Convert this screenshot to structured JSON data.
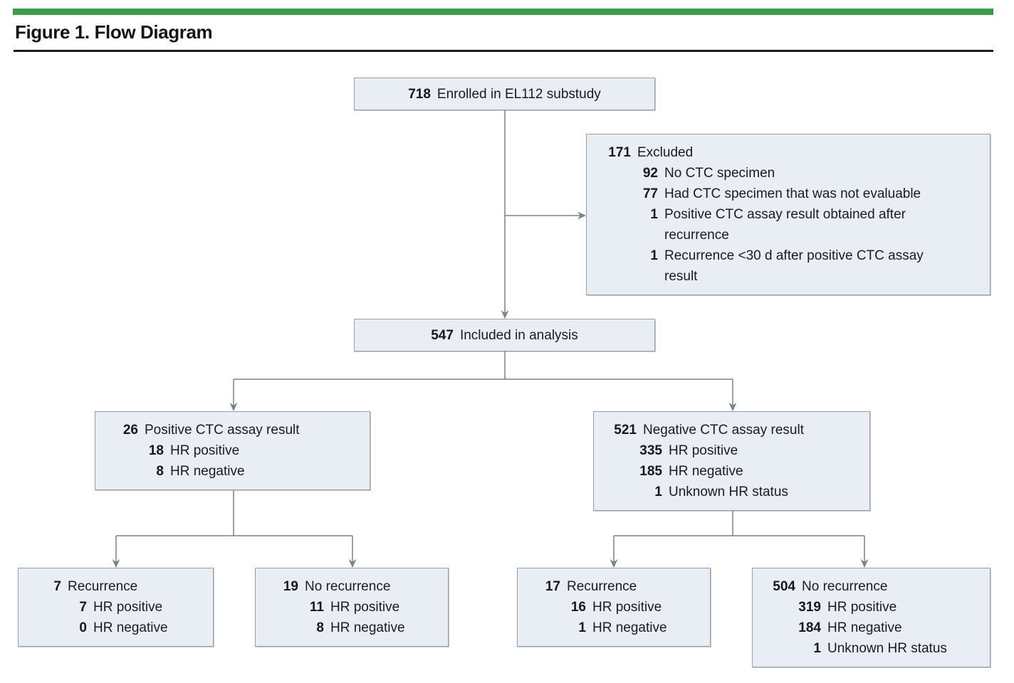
{
  "figure": {
    "title": "Figure 1. Flow Diagram"
  },
  "colors": {
    "accent_green": "#3d9b45",
    "box_fill": "#e8eef3",
    "box_border": "#98a0a7",
    "connector_gray": "#7d8287",
    "rule_black": "#1c1c1c",
    "text": "#1b1b21"
  },
  "boxes": {
    "enrolled": {
      "num": "718",
      "label": "Enrolled in EL112 substudy"
    },
    "excluded": {
      "lines": [
        {
          "num": "171",
          "label": "Excluded"
        },
        {
          "num": "92",
          "label": "No CTC specimen"
        },
        {
          "num": "77",
          "label": "Had CTC specimen that was not evaluable"
        },
        {
          "num": "1",
          "label": "Positive CTC assay result obtained after recurrence"
        },
        {
          "num": "1",
          "label": "Recurrence <30 d after positive CTC assay result"
        }
      ]
    },
    "included": {
      "num": "547",
      "label": "Included in analysis"
    },
    "ctc_positive": {
      "lines": [
        {
          "num": "26",
          "label": "Positive CTC assay result"
        },
        {
          "num": "18",
          "label": "HR positive"
        },
        {
          "num": "8",
          "label": "HR negative"
        }
      ]
    },
    "ctc_negative": {
      "lines": [
        {
          "num": "521",
          "label": "Negative CTC assay result"
        },
        {
          "num": "335",
          "label": "HR positive"
        },
        {
          "num": "185",
          "label": "HR negative"
        },
        {
          "num": "1",
          "label": "Unknown HR status"
        }
      ]
    },
    "pos_recurrence": {
      "lines": [
        {
          "num": "7",
          "label": "Recurrence"
        },
        {
          "num": "7",
          "label": "HR positive"
        },
        {
          "num": "0",
          "label": "HR negative"
        }
      ]
    },
    "pos_no_recurrence": {
      "lines": [
        {
          "num": "19",
          "label": "No recurrence"
        },
        {
          "num": "11",
          "label": "HR positive"
        },
        {
          "num": "8",
          "label": "HR negative"
        }
      ]
    },
    "neg_recurrence": {
      "lines": [
        {
          "num": "17",
          "label": "Recurrence"
        },
        {
          "num": "16",
          "label": "HR positive"
        },
        {
          "num": "1",
          "label": "HR negative"
        }
      ]
    },
    "neg_no_recurrence": {
      "lines": [
        {
          "num": "504",
          "label": "No recurrence"
        },
        {
          "num": "319",
          "label": "HR positive"
        },
        {
          "num": "184",
          "label": "HR negative"
        },
        {
          "num": "1",
          "label": "Unknown HR status"
        }
      ]
    }
  },
  "flow": {
    "edges": [
      {
        "from": "enrolled",
        "to": "excluded"
      },
      {
        "from": "enrolled",
        "to": "included"
      },
      {
        "from": "included",
        "to": "ctc_positive"
      },
      {
        "from": "included",
        "to": "ctc_negative"
      },
      {
        "from": "ctc_positive",
        "to": "pos_recurrence"
      },
      {
        "from": "ctc_positive",
        "to": "pos_no_recurrence"
      },
      {
        "from": "ctc_negative",
        "to": "neg_recurrence"
      },
      {
        "from": "ctc_negative",
        "to": "neg_no_recurrence"
      }
    ]
  }
}
